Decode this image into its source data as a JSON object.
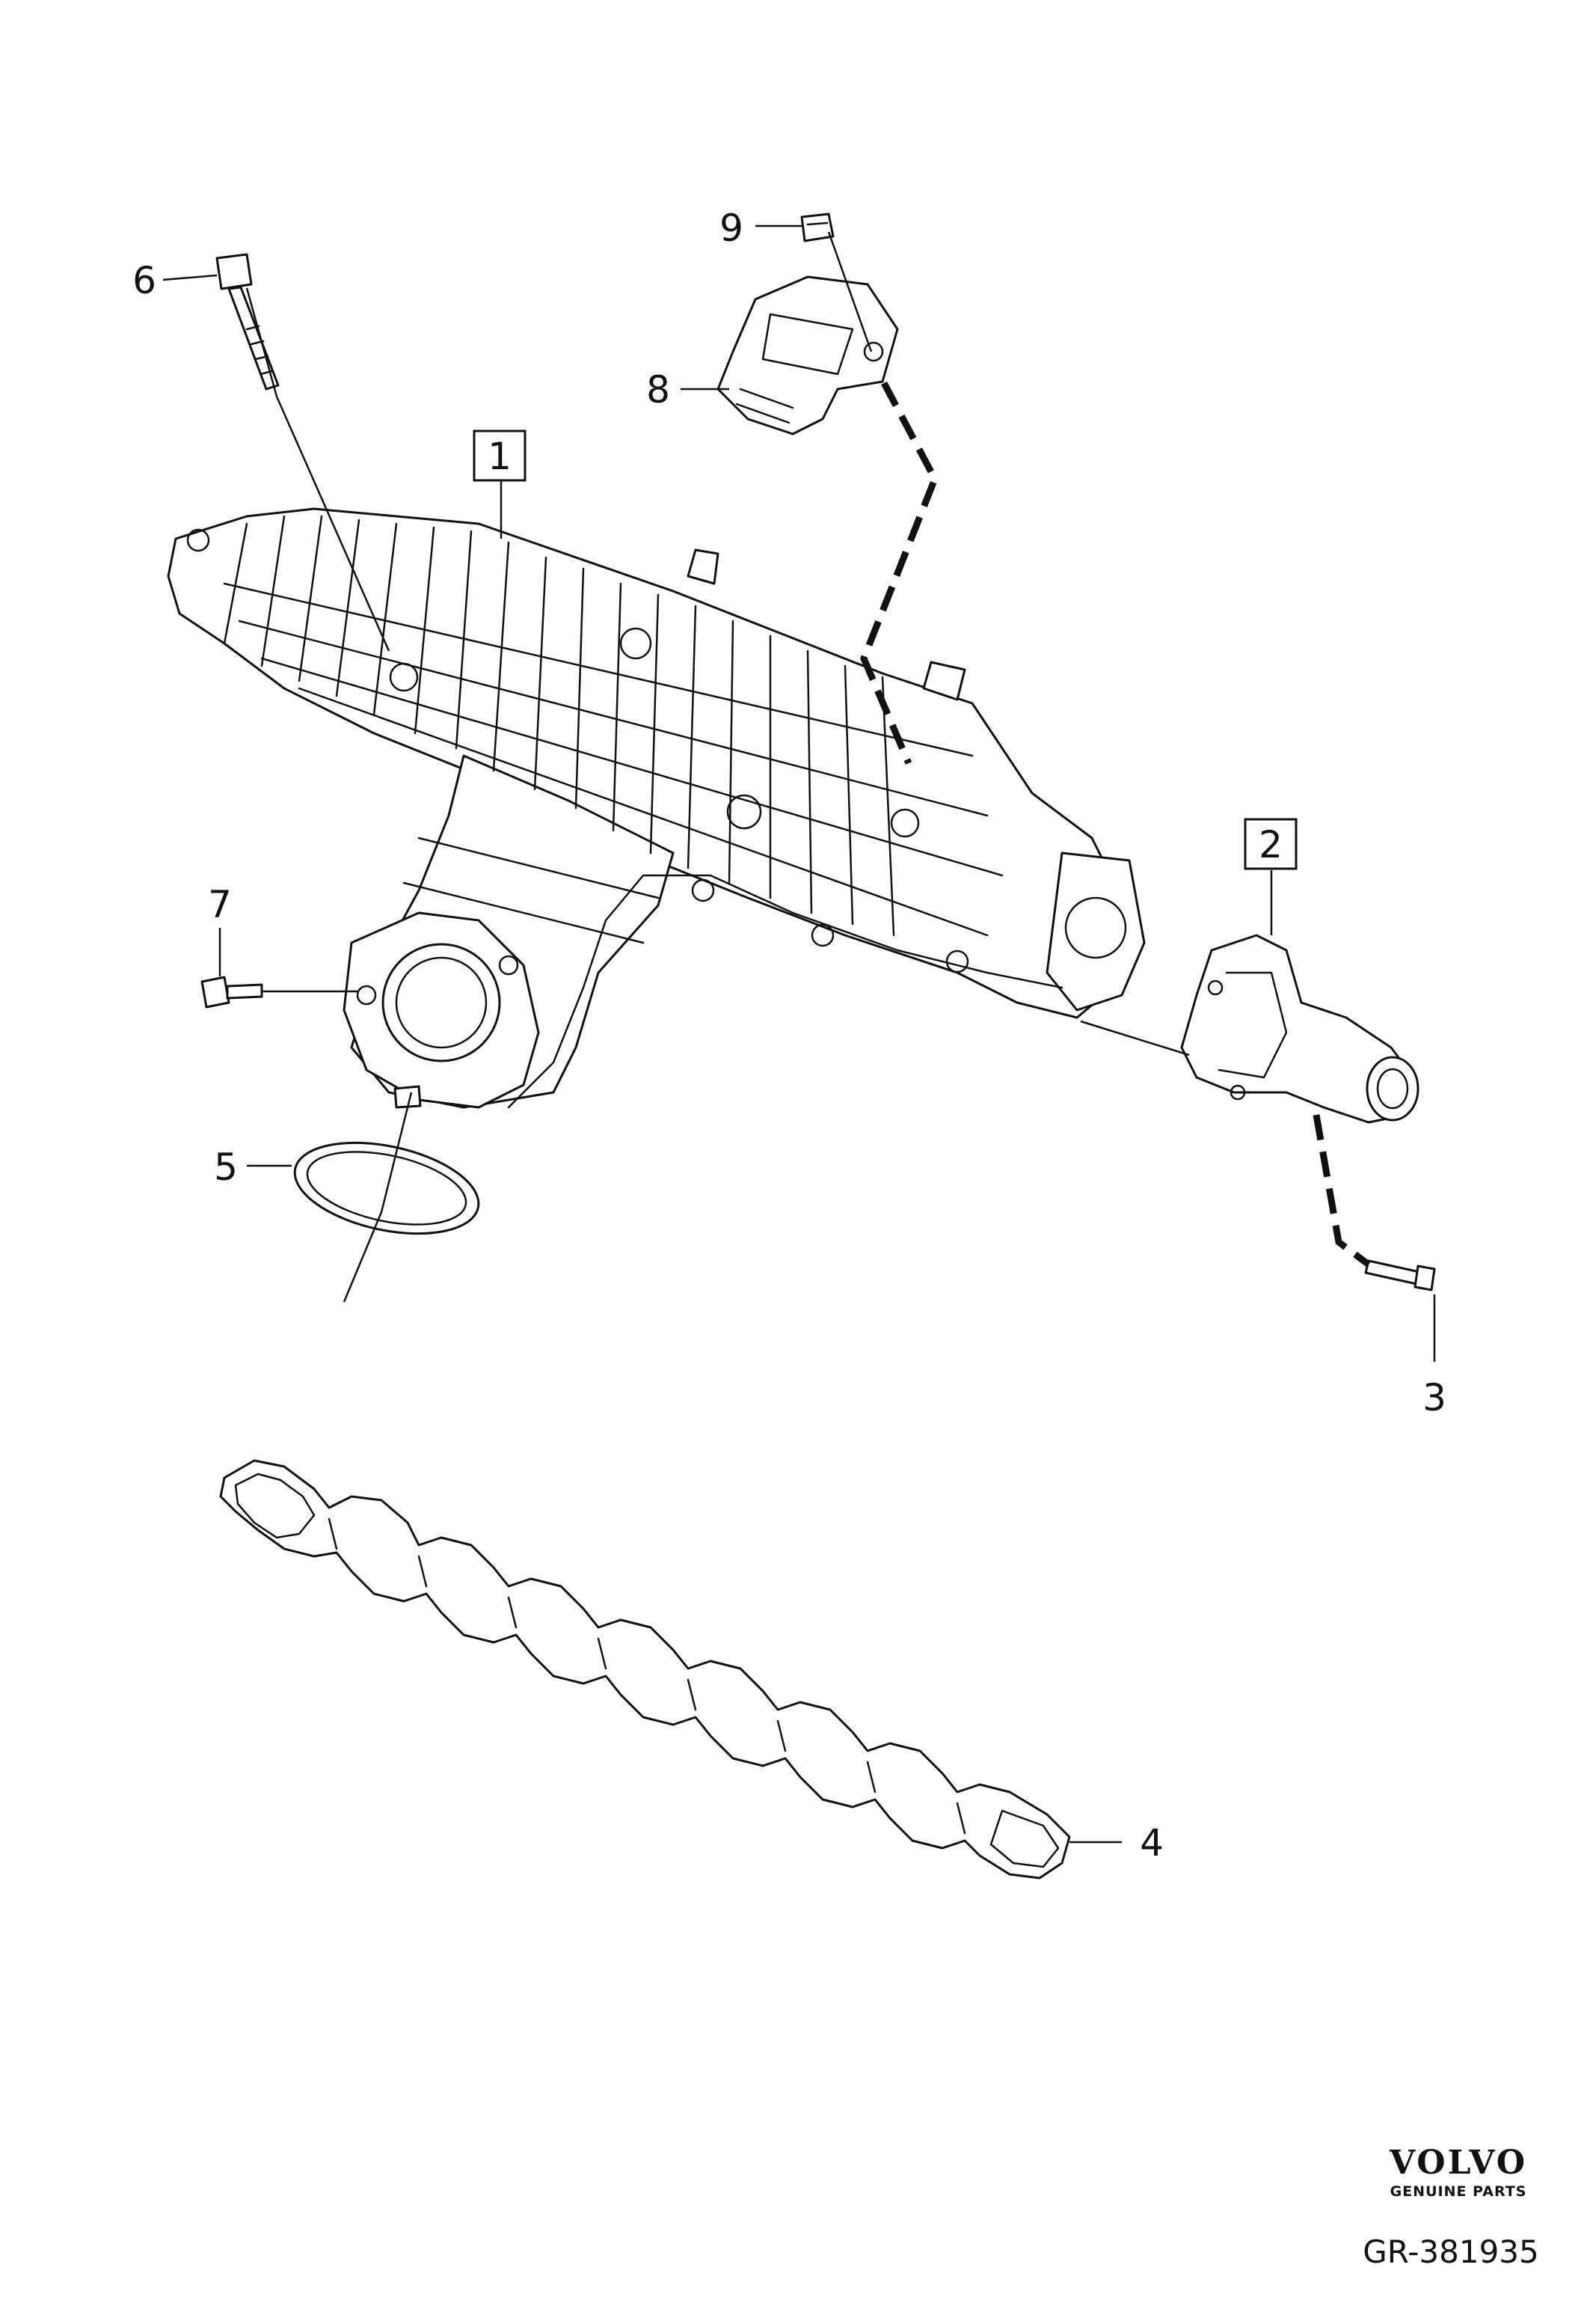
{
  "diagram": {
    "callouts": {
      "c1": "1",
      "c2": "2",
      "c3": "3",
      "c4": "4",
      "c5": "5",
      "c6": "6",
      "c7": "7",
      "c8": "8",
      "c9": "9"
    },
    "boxed_callouts": [
      "1",
      "2"
    ]
  },
  "branding": {
    "logo_text": "VOLVO",
    "sub_text": "GENUINE PARTS",
    "reference_code": "GR-381935"
  }
}
